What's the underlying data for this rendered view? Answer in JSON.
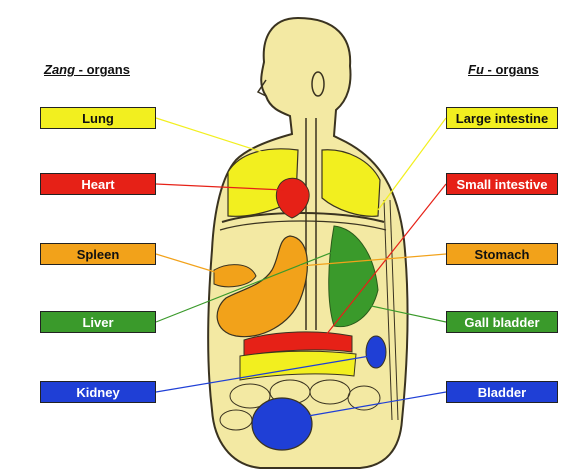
{
  "zang_header": {
    "italic": "Zang",
    "rest": " - organs"
  },
  "fu_header": {
    "italic": "Fu",
    "rest": " - organs"
  },
  "zang_organs": [
    {
      "name": "Lung",
      "color": "#f2ef1f",
      "text_color": "#111111"
    },
    {
      "name": "Heart",
      "color": "#e62117",
      "text_color": "#ffffff"
    },
    {
      "name": "Spleen",
      "color": "#f2a21a",
      "text_color": "#111111"
    },
    {
      "name": "Liver",
      "color": "#3a9a2b",
      "text_color": "#ffffff"
    },
    {
      "name": "Kidney",
      "color": "#1f3fd6",
      "text_color": "#ffffff"
    }
  ],
  "fu_organs": [
    {
      "name": "Large intestine",
      "color": "#f2ef1f",
      "text_color": "#111111"
    },
    {
      "name": "Small intestive",
      "color": "#e62117",
      "text_color": "#ffffff"
    },
    {
      "name": "Stomach",
      "color": "#f2a21a",
      "text_color": "#111111"
    },
    {
      "name": "Gall bladder",
      "color": "#3a9a2b",
      "text_color": "#ffffff"
    },
    {
      "name": "Bladder",
      "color": "#1f3fd6",
      "text_color": "#ffffff"
    }
  ],
  "body_color": "#f3e9a3",
  "outline_color": "#3a3320"
}
